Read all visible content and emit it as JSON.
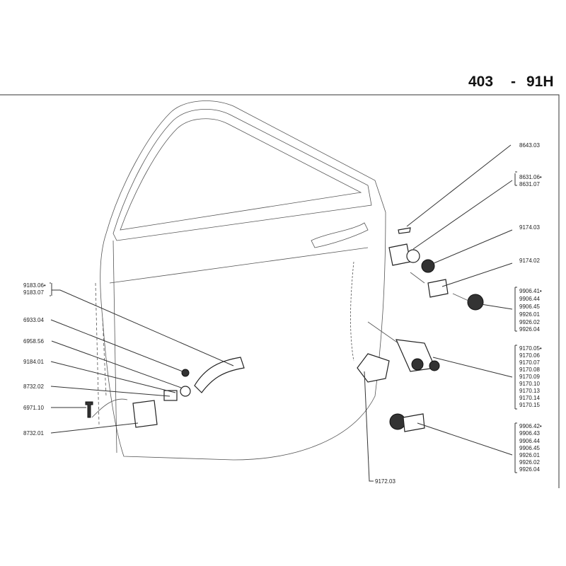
{
  "header": {
    "model": "403",
    "separator": "-",
    "plate": "91H"
  },
  "left_labels": [
    {
      "lines": [
        "9183.06•",
        "9183.07"
      ]
    },
    {
      "lines": [
        "6933.04"
      ]
    },
    {
      "lines": [
        "6958.56"
      ]
    },
    {
      "lines": [
        "9184.01"
      ]
    },
    {
      "lines": [
        "8732.02"
      ]
    },
    {
      "lines": [
        "6971.10"
      ]
    },
    {
      "lines": [
        "8732.01"
      ]
    }
  ],
  "right_labels": [
    {
      "lines": [
        "8643.03"
      ]
    },
    {
      "lines": [
        "8631.06•",
        "8631.07"
      ]
    },
    {
      "lines": [
        "9174.03"
      ]
    },
    {
      "lines": [
        "9174.02"
      ]
    },
    {
      "lines": [
        "9906.41•",
        "9906.44",
        "9906.45",
        "9926.01",
        "9926.02",
        "9926.04"
      ]
    },
    {
      "lines": [
        "9170.05•",
        "9170.06",
        "9170.07",
        "9170.08",
        "9170.09",
        "9170.10",
        "9170.13",
        "9170.14",
        "9170.15"
      ]
    },
    {
      "lines": [
        "9906.42•",
        "9906.43",
        "9906.44",
        "9906.45",
        "9926.01",
        "9926.02",
        "9926.04"
      ]
    }
  ],
  "bottom_label": "9172.03"
}
